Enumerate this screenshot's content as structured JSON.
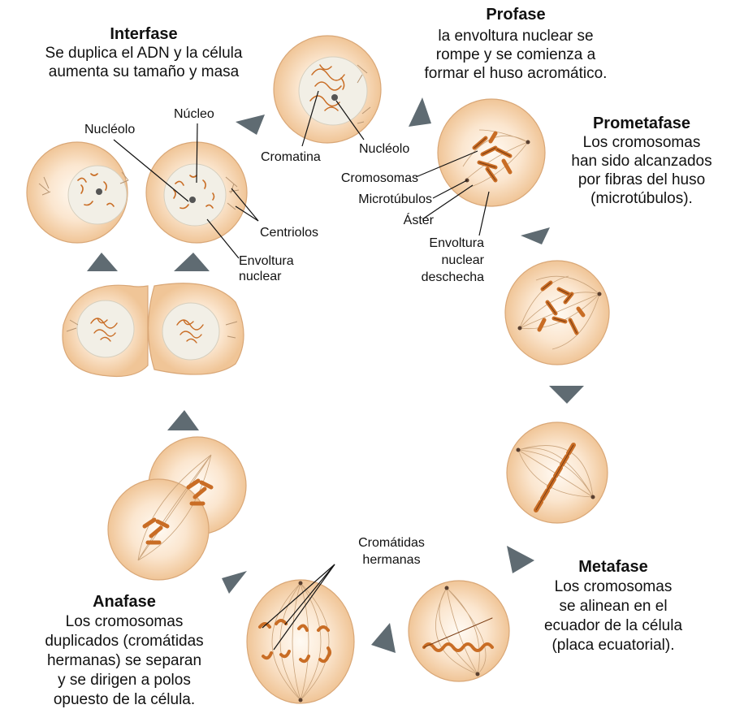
{
  "stages": {
    "interfase": {
      "title": "Interfase",
      "desc": [
        "Se duplica el ADN y la célula",
        "aumenta su tamaño y masa"
      ]
    },
    "profase": {
      "title": "Profase",
      "desc": [
        "la envoltura nuclear se",
        "rompe y se comienza a",
        "formar el huso acromático."
      ]
    },
    "prometafase": {
      "title": "Prometafase",
      "desc": [
        "Los cromosomas",
        "han sido alcanzados",
        "por fibras del huso",
        "(microtúbulos)."
      ]
    },
    "metafase": {
      "title": "Metafase",
      "desc": [
        "Los cromosomas",
        "se alinean en el",
        "ecuador de la célula",
        "(placa ecuatorial)."
      ]
    },
    "anafase": {
      "title": "Anafase",
      "desc": [
        "Los cromosomas",
        "duplicados (cromátidas",
        "hermanas) se separan",
        "y se dirigen a polos",
        "opuesto de la célula."
      ]
    }
  },
  "labels": {
    "nucleolo_interfase": "Nucléolo",
    "nucleo": "Núcleo",
    "centriolos": "Centriolos",
    "envoltura_nuclear": [
      "Envoltura",
      "nuclear"
    ],
    "cromatina": "Cromatina",
    "nucleolo_profase": "Nucléolo",
    "cromosomas": "Cromosomas",
    "microtubulos": "Microtúbulos",
    "aster": "Áster",
    "envoltura_deshecha": [
      "Envoltura",
      "nuclear",
      "deschecha"
    ],
    "cromatidas_hermanas": [
      "Cromátidas",
      "hermanas"
    ]
  },
  "colors": {
    "cell_fill": "#f8dcc0",
    "cell_edge": "#d9a777",
    "chromosome": "#c96d25",
    "arrow": "#5f6b72"
  }
}
